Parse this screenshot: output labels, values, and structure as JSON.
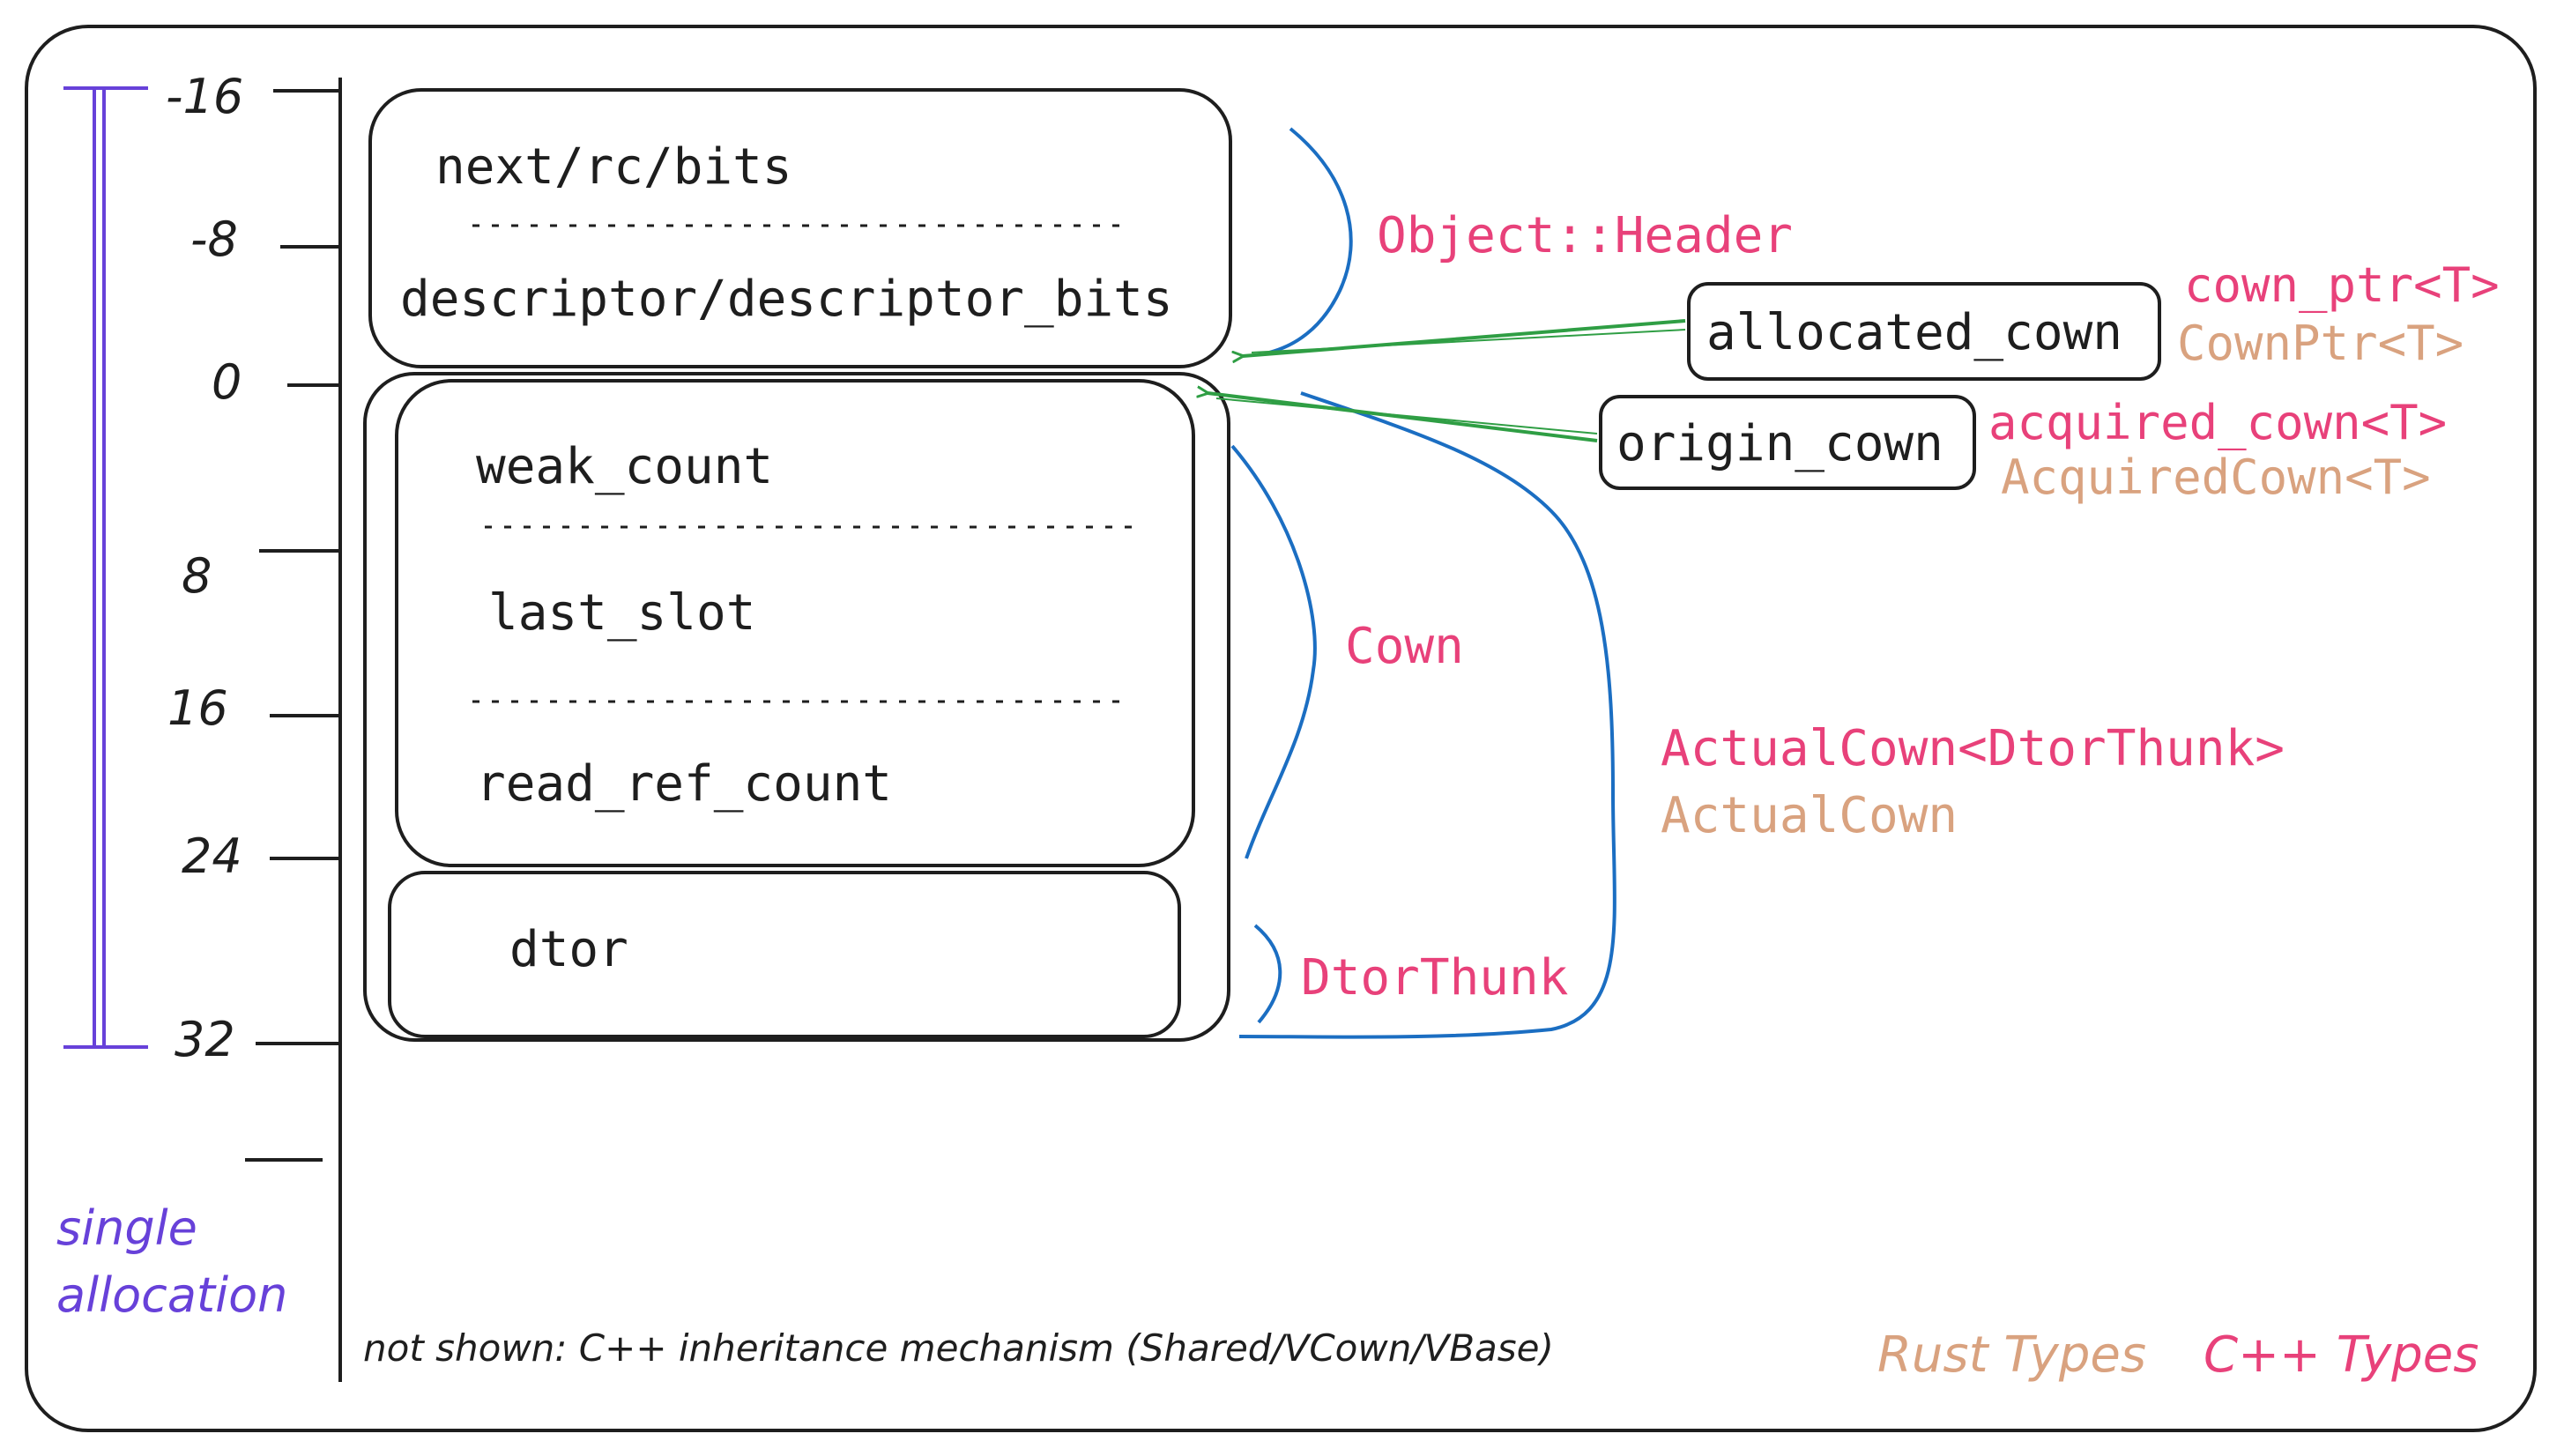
{
  "axis": {
    "offsets": [
      "-16",
      "-8",
      "0",
      "8",
      "16",
      "24",
      "32"
    ],
    "range_label_line1": "single",
    "range_label_line2": "allocation"
  },
  "layout_fields": {
    "header_fields": [
      "next/rc/bits",
      "descriptor/descriptor_bits"
    ],
    "cown_fields": [
      "weak_count",
      "last_slot",
      "read_ref_count"
    ],
    "dtor_field": "dtor"
  },
  "type_labels": {
    "object_header": "Object::Header",
    "cown": "Cown",
    "dtor_thunk": "DtorThunk",
    "actual_cown_rust": "ActualCown<DtorThunk>",
    "actual_cown_cpp": "ActualCown"
  },
  "pointers": [
    {
      "name": "allocated_cown",
      "rust_type": "cown_ptr<T>",
      "cpp_type": "CownPtr<T>"
    },
    {
      "name": "origin_cown",
      "rust_type": "acquired_cown<T>",
      "cpp_type": "AcquiredCown<T>"
    }
  ],
  "footnote": "not shown: C++ inheritance mechanism (Shared/VCown/VBase)",
  "legend": {
    "rust": "Rust Types",
    "cpp": "C++ Types"
  },
  "colors": {
    "rust_type": "#e8417a",
    "cpp_type": "#d9a27f",
    "brace": "#1b6ec2",
    "arrow": "#2f9e44",
    "range": "#6741d9",
    "ink": "#1e1e1e"
  }
}
